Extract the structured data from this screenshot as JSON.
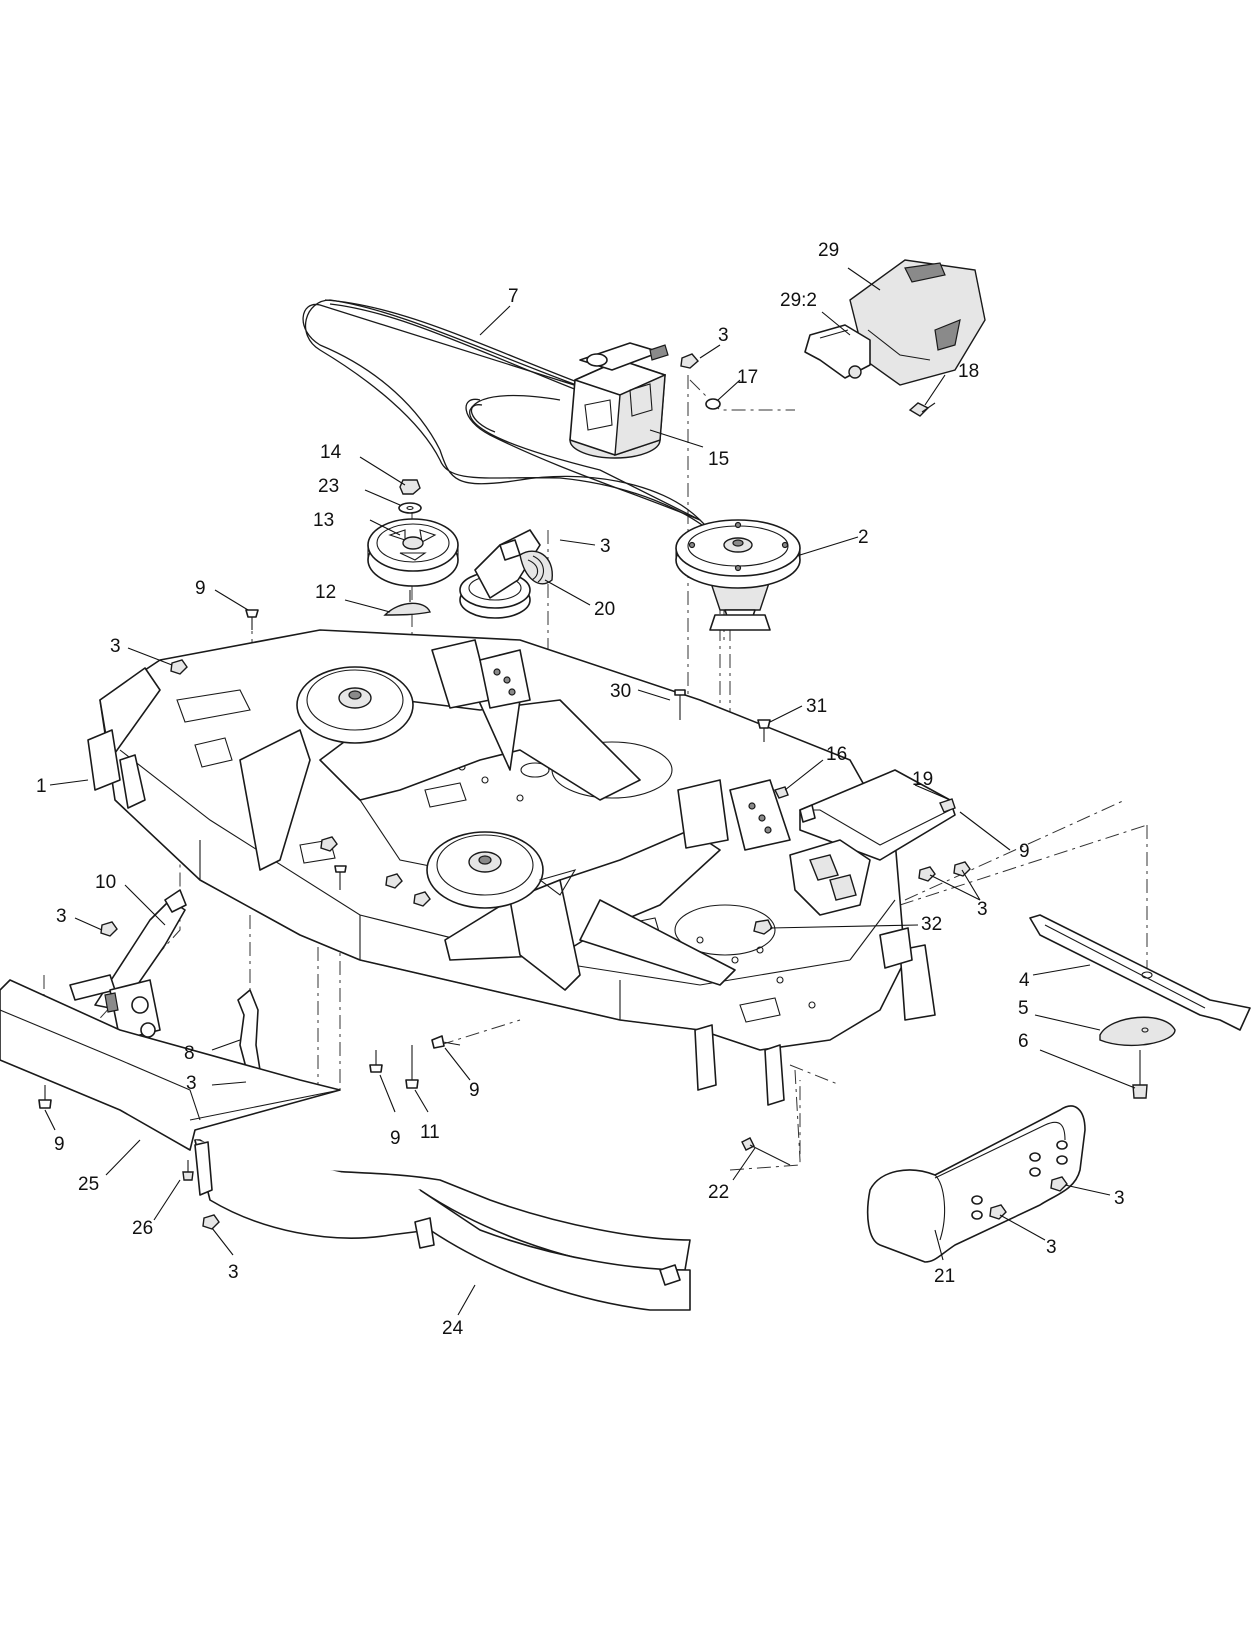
{
  "callouts": [
    {
      "id": "c-29",
      "text": "29"
    },
    {
      "id": "c-29-2",
      "text": "29:2"
    },
    {
      "id": "c-7",
      "text": "7"
    },
    {
      "id": "c-3-a",
      "text": "3"
    },
    {
      "id": "c-17",
      "text": "17"
    },
    {
      "id": "c-18",
      "text": "18"
    },
    {
      "id": "c-15",
      "text": "15"
    },
    {
      "id": "c-14",
      "text": "14"
    },
    {
      "id": "c-23",
      "text": "23"
    },
    {
      "id": "c-13",
      "text": "13"
    },
    {
      "id": "c-3-b",
      "text": "3"
    },
    {
      "id": "c-2",
      "text": "2"
    },
    {
      "id": "c-9-a",
      "text": "9"
    },
    {
      "id": "c-12",
      "text": "12"
    },
    {
      "id": "c-20",
      "text": "20"
    },
    {
      "id": "c-3-c",
      "text": "3"
    },
    {
      "id": "c-30",
      "text": "30"
    },
    {
      "id": "c-31",
      "text": "31"
    },
    {
      "id": "c-1",
      "text": "1"
    },
    {
      "id": "c-16",
      "text": "16"
    },
    {
      "id": "c-19",
      "text": "19"
    },
    {
      "id": "c-9-b",
      "text": "9"
    },
    {
      "id": "c-10",
      "text": "10"
    },
    {
      "id": "c-3-d",
      "text": "3"
    },
    {
      "id": "c-3-e",
      "text": "3"
    },
    {
      "id": "c-32",
      "text": "32"
    },
    {
      "id": "c-4",
      "text": "4"
    },
    {
      "id": "c-5",
      "text": "5"
    },
    {
      "id": "c-6",
      "text": "6"
    },
    {
      "id": "c-8",
      "text": "8"
    },
    {
      "id": "c-3-f",
      "text": "3"
    },
    {
      "id": "c-9-c",
      "text": "9"
    },
    {
      "id": "c-9-d",
      "text": "9"
    },
    {
      "id": "c-11",
      "text": "11"
    },
    {
      "id": "c-9-e",
      "text": "9"
    },
    {
      "id": "c-25",
      "text": "25"
    },
    {
      "id": "c-26",
      "text": "26"
    },
    {
      "id": "c-3-g",
      "text": "3"
    },
    {
      "id": "c-22",
      "text": "22"
    },
    {
      "id": "c-3-h",
      "text": "3"
    },
    {
      "id": "c-3-i",
      "text": "3"
    },
    {
      "id": "c-21",
      "text": "21"
    },
    {
      "id": "c-24",
      "text": "24"
    }
  ]
}
